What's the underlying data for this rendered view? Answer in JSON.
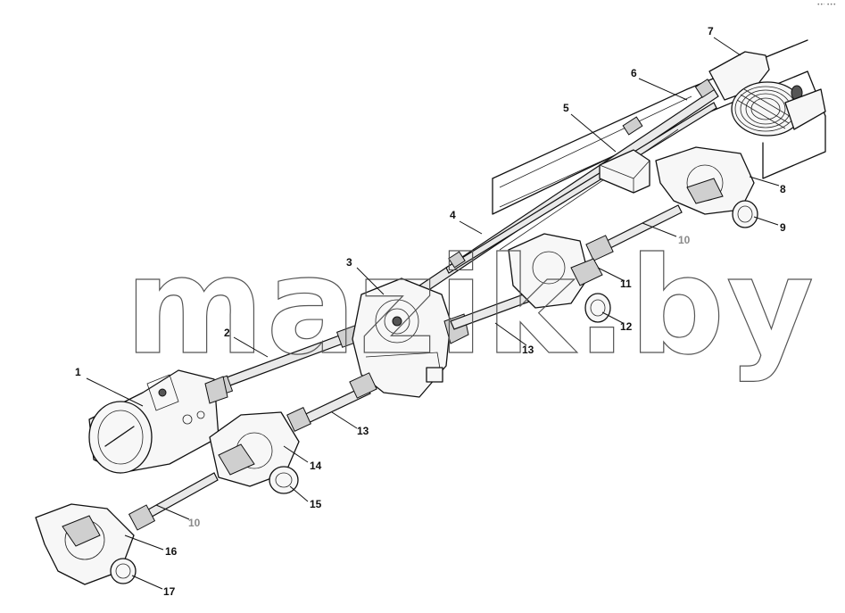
{
  "corner_mark": "••· •••",
  "watermark": "mazik.by",
  "callouts": [
    {
      "id": "c1",
      "text": "1"
    },
    {
      "id": "c2",
      "text": "2"
    },
    {
      "id": "c3",
      "text": "3"
    },
    {
      "id": "c4",
      "text": "4"
    },
    {
      "id": "c5",
      "text": "5"
    },
    {
      "id": "c6",
      "text": "6"
    },
    {
      "id": "c7",
      "text": "7"
    },
    {
      "id": "c8",
      "text": "8"
    },
    {
      "id": "c9",
      "text": "9"
    },
    {
      "id": "c10a",
      "text": "10"
    },
    {
      "id": "c11",
      "text": "11"
    },
    {
      "id": "c12",
      "text": "12"
    },
    {
      "id": "c13a",
      "text": "13"
    },
    {
      "id": "c13b",
      "text": "13"
    },
    {
      "id": "c14",
      "text": "14"
    },
    {
      "id": "c15",
      "text": "15"
    },
    {
      "id": "c10b",
      "text": "10"
    },
    {
      "id": "c16",
      "text": "16"
    },
    {
      "id": "c17",
      "text": "17"
    }
  ]
}
